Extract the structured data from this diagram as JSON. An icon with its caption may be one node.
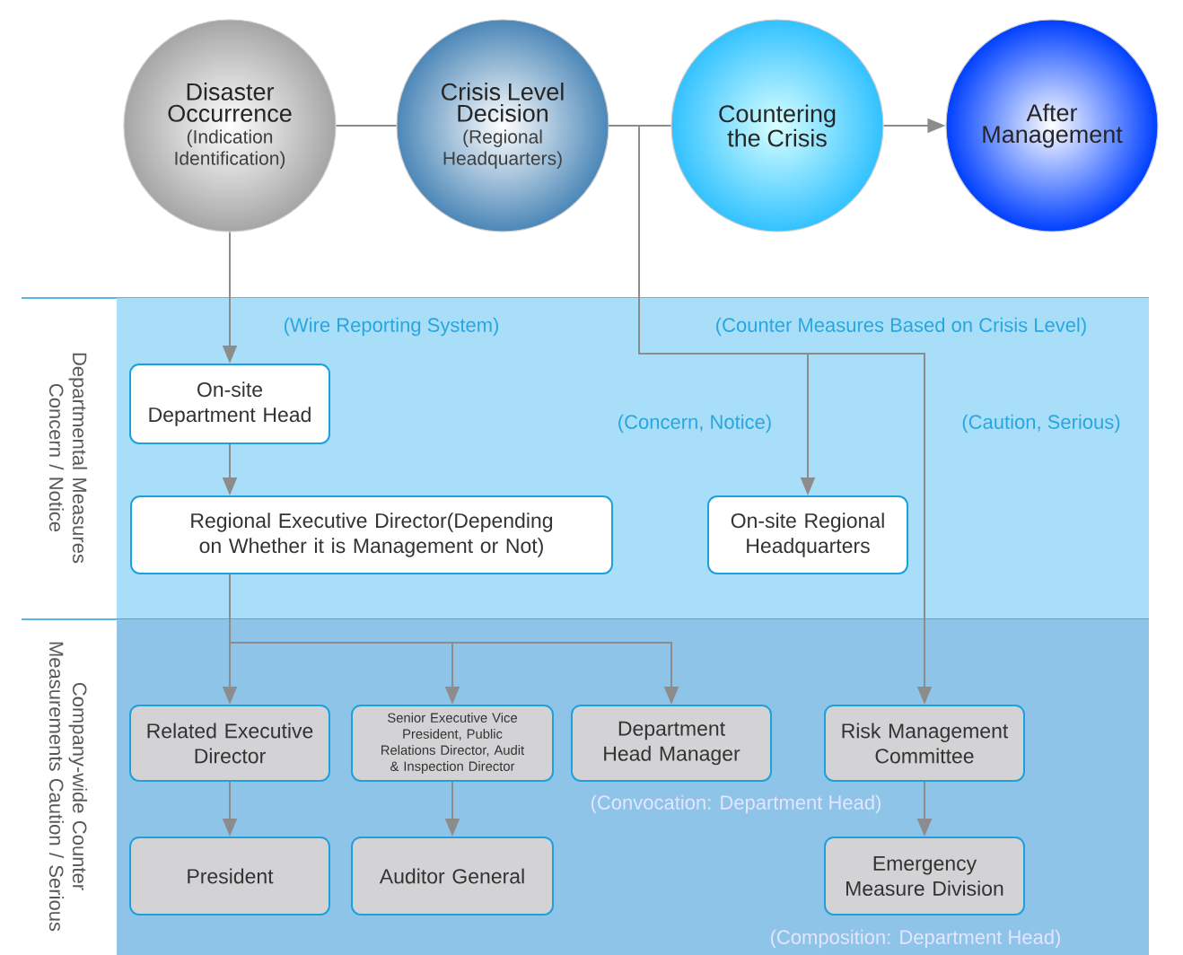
{
  "diagram": {
    "nodes": [
      {
        "text": [
          "Disaster Occurrence",
          "(Indication Identification)"
        ]
      },
      {
        "text": [
          "Crisis Level Decision",
          "(Regional Headquarters)"
        ]
      },
      {
        "text": [
          "Countering the Crisis"
        ]
      },
      {
        "text": [
          "After Management"
        ]
      },
      {
        "text": [
          "Departmental Measures Concern / Notice"
        ]
      },
      {
        "text": [
          "On-site Department Head"
        ],
        "in": 4
      },
      {
        "text": [
          "Regional Executive Director(Depending on Whether it is Management or Not)"
        ],
        "in": 4
      },
      {
        "text": [
          "On-site Regional Headquarters"
        ],
        "in": 4
      },
      {
        "text": [
          "Company-wide Counter Measurements Caution / Serious"
        ]
      },
      {
        "text": [
          "Related Executive Director"
        ],
        "in": 8
      },
      {
        "text": [
          "Senior Executive Vice President, Public Relations Director, Audit & Inspection Director"
        ],
        "in": 8
      },
      {
        "text": [
          "Department Head Manager"
        ],
        "in": 8,
        "beside": [
          "(Convocation: Department Head)"
        ]
      },
      {
        "text": [
          "Risk Management Committee"
        ],
        "in": 8
      },
      {
        "text": [
          "President"
        ],
        "in": 8
      },
      {
        "text": [
          "Auditor General"
        ],
        "in": 8
      },
      {
        "text": [
          "Emergency Measure Division"
        ],
        "in": 8,
        "beside": [
          "(Composition: Department Head)"
        ]
      }
    ],
    "edges": [
      {
        "from": 0,
        "to": 1,
        "arrow": "none"
      },
      {
        "from": 1,
        "to": 2,
        "arrow": "none"
      },
      {
        "from": 2,
        "to": 3,
        "arrow": "to"
      },
      {
        "from": 0,
        "to": 5,
        "arrow": "to",
        "label": "(Wire Reporting System)"
      },
      {
        "from": 1,
        "to": 7,
        "arrow": "to",
        "label": "(Concern, Notice)"
      },
      {
        "from": 1,
        "to": 12,
        "arrow": "to",
        "label": "(Caution, Serious)"
      },
      {
        "from": 5,
        "to": 6,
        "arrow": "to"
      },
      {
        "from": 6,
        "to": 9,
        "arrow": "to"
      },
      {
        "from": 6,
        "to": 10,
        "arrow": "to"
      },
      {
        "from": 6,
        "to": 11,
        "arrow": "to"
      },
      {
        "from": 9,
        "to": 13,
        "arrow": "to"
      },
      {
        "from": 10,
        "to": 14,
        "arrow": "to"
      },
      {
        "from": 12,
        "to": 15,
        "arrow": "to"
      }
    ],
    "labels": [
      "(Counter Measures Based on Crisis Level)"
    ]
  }
}
